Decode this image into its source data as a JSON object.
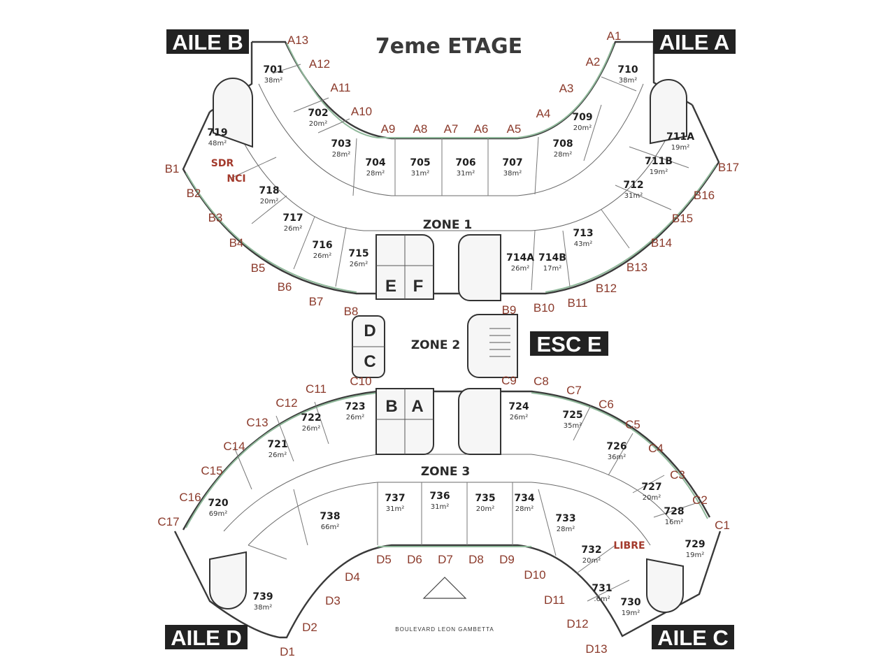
{
  "title": "7eme ETAGE",
  "wings": [
    "AILE B",
    "AILE A",
    "AILE D",
    "AILE C"
  ],
  "esc_label": "ESC E",
  "zones": [
    "ZONE 1",
    "ZONE 2",
    "ZONE 3"
  ],
  "notes": [
    "SDR",
    "NCI",
    "LIBRE"
  ],
  "core_letters": [
    "E",
    "F",
    "D",
    "C",
    "B",
    "A"
  ],
  "street": "BOULEVARD LEON GAMBETTA",
  "rooms": [
    {
      "number": "701",
      "area": "38m²"
    },
    {
      "number": "702",
      "area": "20m²"
    },
    {
      "number": "703",
      "area": "28m²"
    },
    {
      "number": "704",
      "area": "28m²"
    },
    {
      "number": "705",
      "area": "31m²"
    },
    {
      "number": "706",
      "area": "31m²"
    },
    {
      "number": "707",
      "area": "38m²"
    },
    {
      "number": "708",
      "area": "28m²"
    },
    {
      "number": "709",
      "area": "20m²"
    },
    {
      "number": "710",
      "area": "38m²"
    },
    {
      "number": "711A",
      "area": "19m²"
    },
    {
      "number": "711B",
      "area": "19m²"
    },
    {
      "number": "712",
      "area": "31m²"
    },
    {
      "number": "713",
      "area": "43m²"
    },
    {
      "number": "714A",
      "area": "26m²"
    },
    {
      "number": "714B",
      "area": "17m²"
    },
    {
      "number": "715",
      "area": "26m²"
    },
    {
      "number": "716",
      "area": "26m²"
    },
    {
      "number": "717",
      "area": "26m²"
    },
    {
      "number": "718",
      "area": "20m²"
    },
    {
      "number": "719",
      "area": "48m²"
    },
    {
      "number": "720",
      "area": "69m²"
    },
    {
      "number": "721",
      "area": "26m²"
    },
    {
      "number": "722",
      "area": "26m²"
    },
    {
      "number": "723",
      "area": "26m²"
    },
    {
      "number": "724",
      "area": "26m²"
    },
    {
      "number": "725",
      "area": "35m²"
    },
    {
      "number": "726",
      "area": "36m²"
    },
    {
      "number": "727",
      "area": "20m²"
    },
    {
      "number": "728",
      "area": "16m²"
    },
    {
      "number": "729",
      "area": "19m²"
    },
    {
      "number": "730",
      "area": "19m²"
    },
    {
      "number": "731",
      "area": ".6m²"
    },
    {
      "number": "732",
      "area": "20m²"
    },
    {
      "number": "733",
      "area": "28m²"
    },
    {
      "number": "734",
      "area": "28m²"
    },
    {
      "number": "735",
      "area": "20m²"
    },
    {
      "number": "736",
      "area": "31m²"
    },
    {
      "number": "737",
      "area": "31m²"
    },
    {
      "number": "738",
      "area": "66m²"
    },
    {
      "number": "739",
      "area": "38m²"
    }
  ],
  "axes": [
    "A1",
    "A2",
    "A3",
    "A4",
    "A5",
    "A6",
    "A7",
    "A8",
    "A9",
    "A10",
    "A11",
    "A12",
    "A13",
    "B1",
    "B2",
    "B3",
    "B4",
    "B5",
    "B6",
    "B7",
    "B8",
    "B9",
    "B10",
    "B11",
    "B12",
    "B13",
    "B14",
    "B15",
    "B16",
    "B17",
    "C1",
    "C2",
    "C3",
    "C4",
    "C5",
    "C6",
    "C7",
    "C8",
    "C9",
    "C10",
    "C11",
    "C12",
    "C13",
    "C14",
    "C15",
    "C16",
    "C17",
    "D1",
    "D2",
    "D3",
    "D4",
    "D5",
    "D6",
    "D7",
    "D8",
    "D9",
    "D10",
    "D11",
    "D12",
    "D13"
  ]
}
